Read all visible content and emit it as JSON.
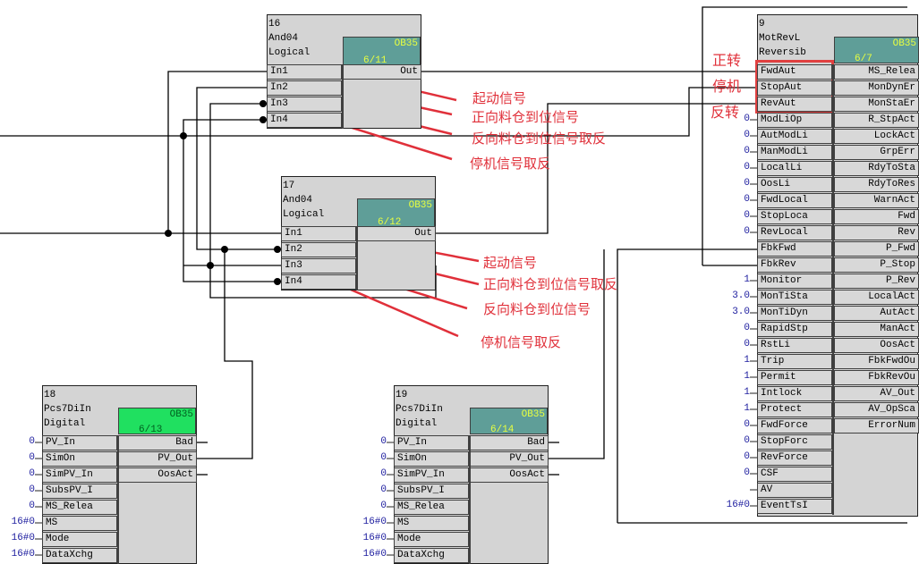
{
  "blocks": {
    "b16": {
      "number": "16",
      "type": "And04",
      "family": "Logical",
      "ob": "OB35",
      "seq": "6/11",
      "ob_color": "#5f9e98",
      "inputs": [
        "In1",
        "In2",
        "In3",
        "In4"
      ],
      "outputs": [
        "Out"
      ]
    },
    "b17": {
      "number": "17",
      "type": "And04",
      "family": "Logical",
      "ob": "OB35",
      "seq": "6/12",
      "ob_color": "#5f9e98",
      "inputs": [
        "In1",
        "In2",
        "In3",
        "In4"
      ],
      "outputs": [
        "Out"
      ]
    },
    "b9": {
      "number": "9",
      "type": "MotRevL",
      "family": "Reversib",
      "ob": "OB35",
      "seq": "6/7",
      "ob_color": "#5f9e98",
      "inputs": [
        "FwdAut",
        "StopAut",
        "RevAut",
        "ModLiOp",
        "AutModLi",
        "ManModLi",
        "LocalLi",
        "OosLi",
        "FwdLocal",
        "StopLoca",
        "RevLocal",
        "FbkFwd",
        "FbkRev",
        "Monitor",
        "MonTiSta",
        "MonTiDyn",
        "RapidStp",
        "RstLi",
        "Trip",
        "Permit",
        "Intlock",
        "Protect",
        "FwdForce",
        "StopForc",
        "RevForce",
        "CSF",
        "AV",
        "EventTsI"
      ],
      "input_values": [
        "",
        "",
        "",
        "0",
        "0",
        "0",
        "0",
        "0",
        "0",
        "0",
        "0",
        "",
        "",
        "1",
        "3.0",
        "3.0",
        "0",
        "0",
        "1",
        "1",
        "1",
        "1",
        "0",
        "0",
        "0",
        "0",
        "",
        "16#0"
      ],
      "outputs": [
        "MS_Relea",
        "MonDynEr",
        "MonStaEr",
        "R_StpAct",
        "LockAct",
        "GrpErr",
        "RdyToSta",
        "RdyToRes",
        "WarnAct",
        "Fwd",
        "Rev",
        "P_Fwd",
        "P_Stop",
        "P_Rev",
        "LocalAct",
        "AutAct",
        "ManAct",
        "OosAct",
        "FbkFwdOu",
        "FbkRevOu",
        "AV_Out",
        "AV_OpSca",
        "ErrorNum"
      ]
    },
    "b18": {
      "number": "18",
      "type": "Pcs7DiIn",
      "family": "Digital",
      "ob": "OB35",
      "seq": "6/13",
      "ob_color": "#20e060",
      "inputs": [
        "PV_In",
        "SimOn",
        "SimPV_In",
        "SubsPV_I",
        "MS_Relea",
        "MS",
        "Mode",
        "DataXchg"
      ],
      "input_values": [
        "0",
        "0",
        "0",
        "0",
        "0",
        "16#0",
        "16#0",
        "16#0"
      ],
      "outputs": [
        "Bad",
        "PV_Out",
        "OosAct"
      ]
    },
    "b19": {
      "number": "19",
      "type": "Pcs7DiIn",
      "family": "Digital",
      "ob": "OB35",
      "seq": "6/14",
      "ob_color": "#5f9e98",
      "inputs": [
        "PV_In",
        "SimOn",
        "SimPV_In",
        "SubsPV_I",
        "MS_Relea",
        "MS",
        "Mode",
        "DataXchg"
      ],
      "input_values": [
        "0",
        "0",
        "0",
        "0",
        "0",
        "16#0",
        "16#0",
        "16#0"
      ],
      "outputs": [
        "Bad",
        "PV_Out",
        "OosAct"
      ]
    }
  },
  "annotations": {
    "b16": [
      "起动信号",
      "正向料仓到位信号",
      "反向料仓到位信号取反",
      "停机信号取反"
    ],
    "b17": [
      "起动信号",
      "正向料仓到位信号取反",
      "反向料仓到位信号",
      "停机信号取反"
    ],
    "b9": [
      "正转",
      "停机",
      "反转"
    ]
  },
  "colors": {
    "annotation": "#e0303a",
    "wire": "#000000",
    "value": "#2020a0"
  }
}
